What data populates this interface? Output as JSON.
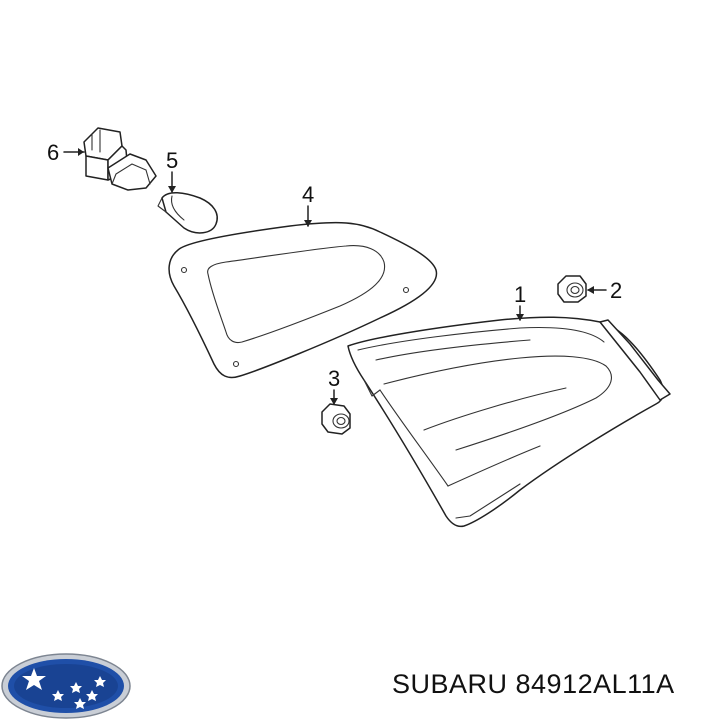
{
  "callouts": {
    "c1": "1",
    "c2": "2",
    "c3": "3",
    "c4": "4",
    "c5": "5",
    "c6": "6"
  },
  "footer": {
    "part_text": "SUBARU 84912AL11A"
  },
  "colors": {
    "logo_blue": "#1f4fa8",
    "logo_dark": "#0f2f6e",
    "line": "#222222"
  }
}
